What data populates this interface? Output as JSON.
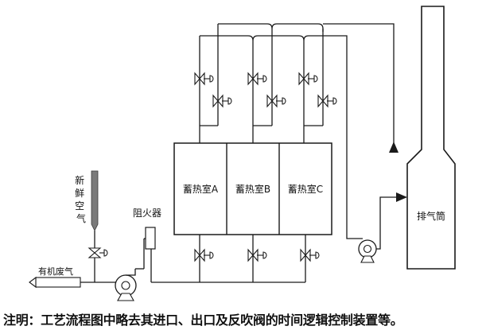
{
  "labels": {
    "chamber_a": "蓄热室A",
    "chamber_b": "蓄热室B",
    "chamber_c": "蓄热室C",
    "fresh_air": [
      "新",
      "鲜",
      "空",
      "气"
    ],
    "flame_arrester": "阻火器",
    "organic_waste_gas": "有机废气",
    "exhaust_stack": "排气筒"
  },
  "note": "注明：工艺流程图中略去其进口、出口及反吹阀的时间逻辑控制装置等。",
  "icons": {
    "valve": "butterfly-valve-icon",
    "actuator": "valve-actuator-icon",
    "fan": "centrifugal-fan-icon",
    "arrow": "flow-arrow-icon"
  },
  "colors": {
    "line": "#1a1a1a",
    "fresh_air_pipe": "#7a7a7a"
  }
}
